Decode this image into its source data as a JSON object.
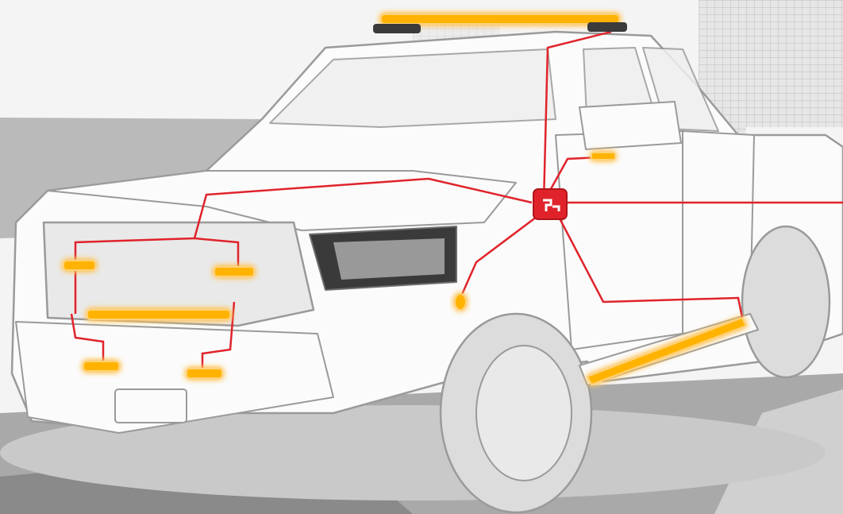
{
  "scene": {
    "subject": "pickup-truck-with-amber-warning-light-kit",
    "colors": {
      "sky": "#f4f4f4",
      "building": "#e3e3e3",
      "building_line": "#b9b9b9",
      "road": "#a9a9a9",
      "road_dark": "#8a8a8a",
      "sidewalk": "#d0d0d0",
      "truck_body": "#fbfbfb",
      "truck_outline": "#9a9a9a",
      "grille": "#e9e9e9",
      "tire": "#dcdcdc",
      "wire": "#e0232b",
      "amber_led": "#ffb300",
      "amber_glow": "#ffd27a",
      "controller": "#e0232b"
    },
    "lights": [
      {
        "name": "roof-lightbar",
        "kind": "lightbar"
      },
      {
        "name": "mirror-light",
        "kind": "surface-mount"
      },
      {
        "name": "grille-light-left",
        "kind": "surface-mount"
      },
      {
        "name": "grille-light-right",
        "kind": "surface-mount"
      },
      {
        "name": "grille-lightbar",
        "kind": "lightbar"
      },
      {
        "name": "bumper-light-left",
        "kind": "surface-mount"
      },
      {
        "name": "bumper-light-right",
        "kind": "surface-mount"
      },
      {
        "name": "fender-light",
        "kind": "round-marker"
      },
      {
        "name": "running-board-lightbar",
        "kind": "lightbar"
      }
    ],
    "controller": {
      "name": "control-module",
      "icon": "brand-logo-icon"
    }
  }
}
